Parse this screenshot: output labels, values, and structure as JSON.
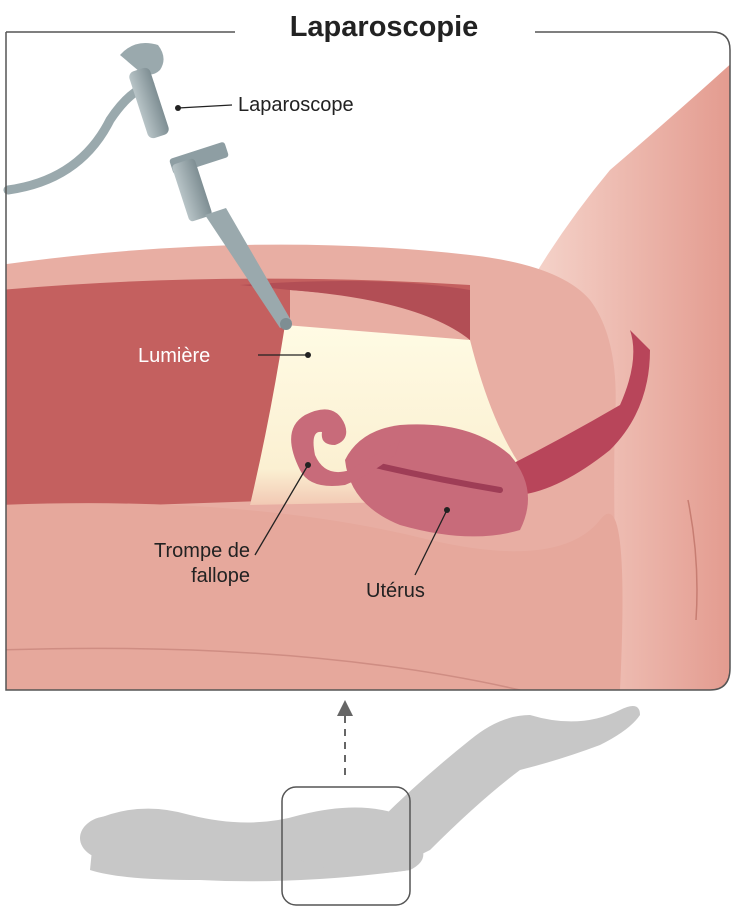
{
  "title": "Laparoscopie",
  "labels": {
    "laparoscope": "Laparoscope",
    "lumiere": "Lumière",
    "trompe_line1": "Trompe de",
    "trompe_line2": "fallope",
    "uterus": "Utérus"
  },
  "colors": {
    "frame": "#555555",
    "skin": "#e8aea3",
    "muscle": "#c4605f",
    "cavity_light": "#fdf7dc",
    "organ": "#c86b7a",
    "silhouette": "#c7c7c7",
    "instrument": "#9aa9ad"
  },
  "icons": [
    "laparoscope-icon",
    "patient-silhouette-icon",
    "dashed-arrow-icon"
  ]
}
